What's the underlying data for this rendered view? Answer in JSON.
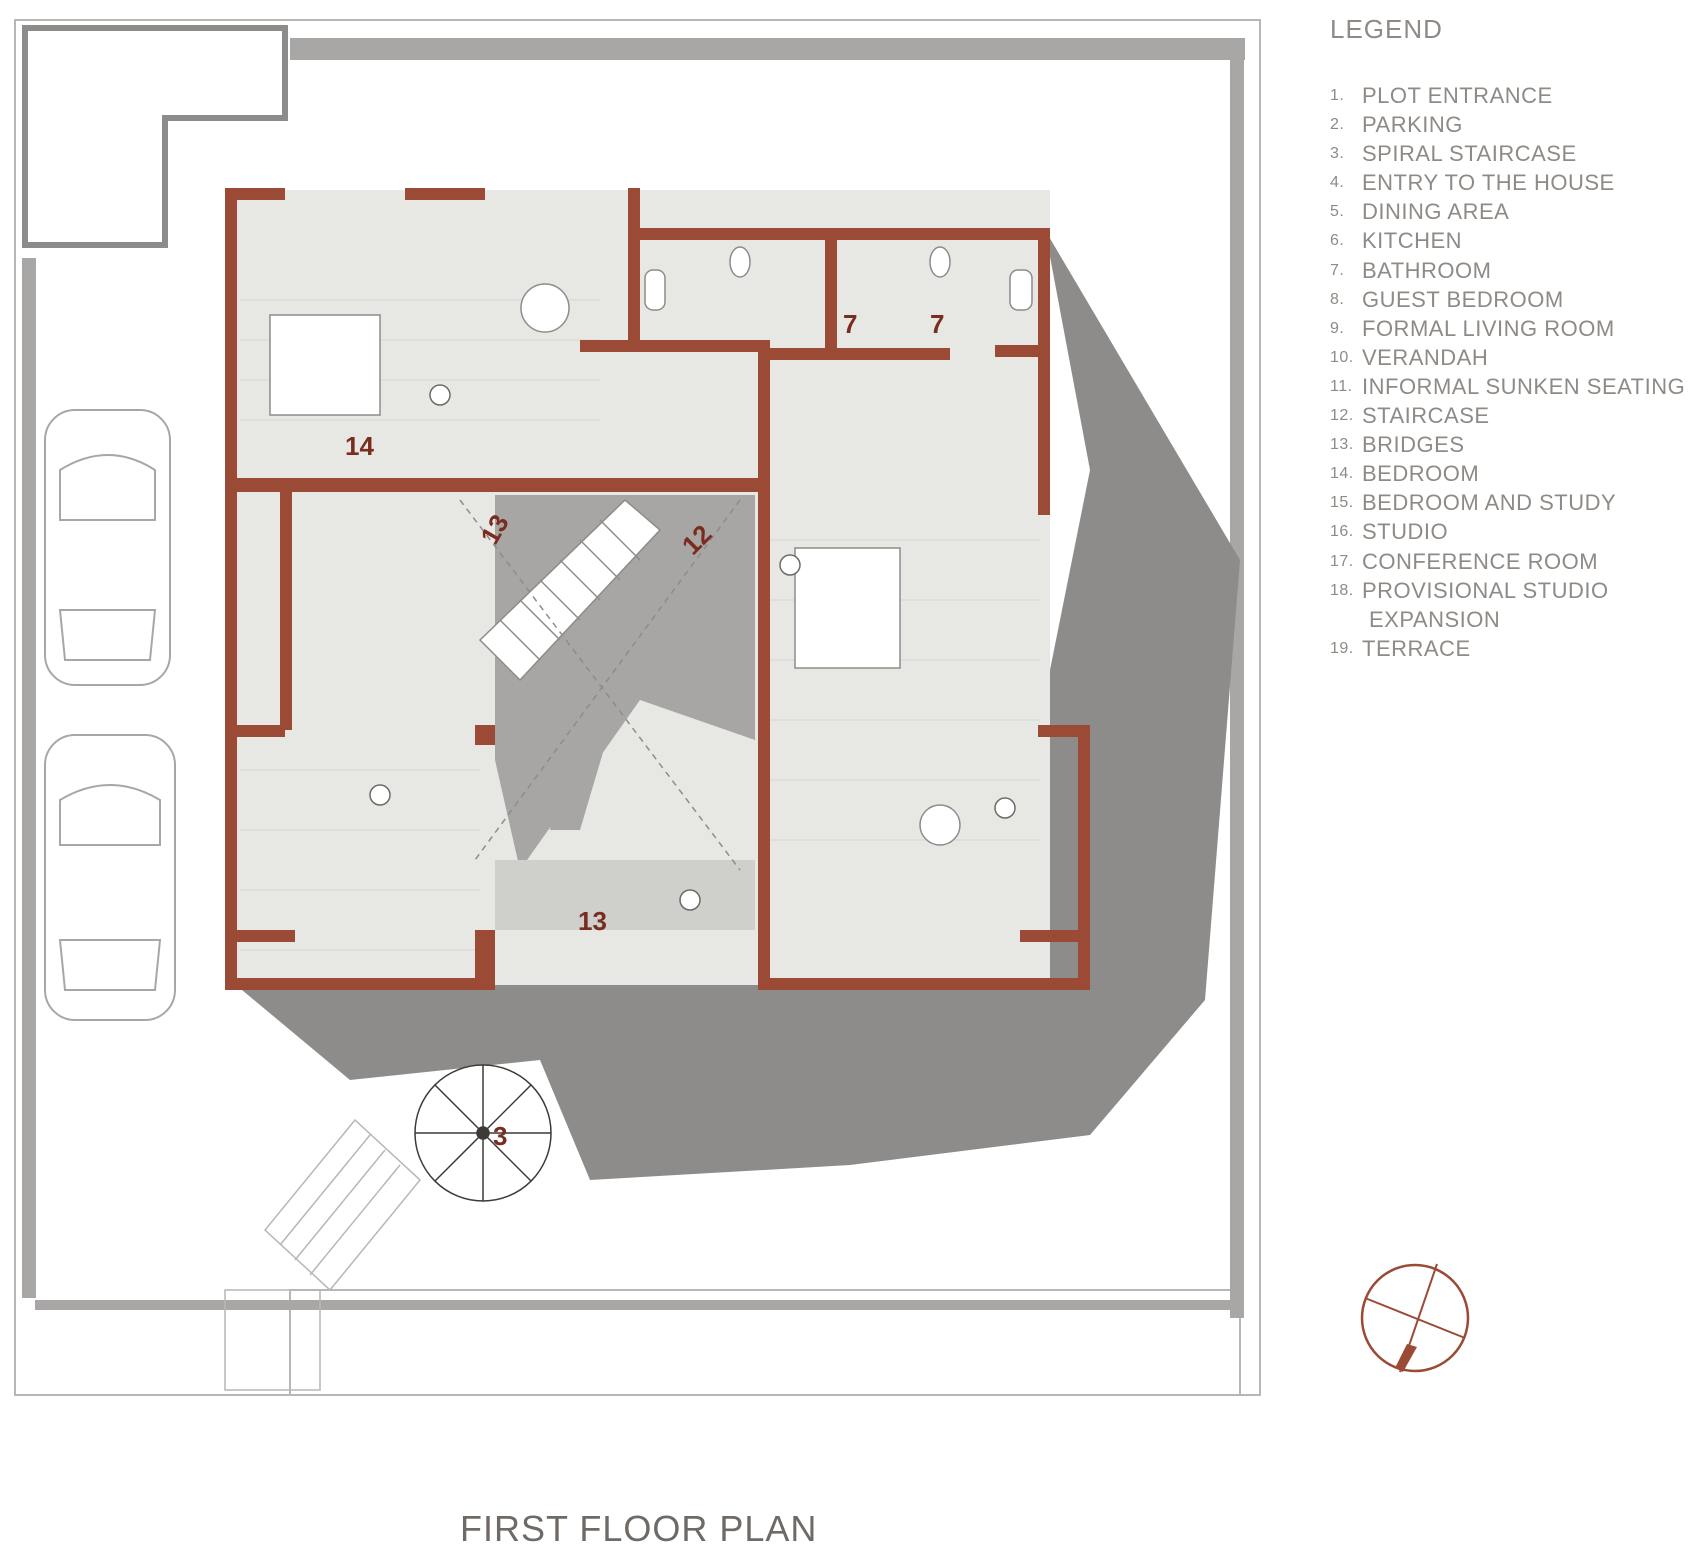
{
  "legend": {
    "title": "LEGEND",
    "items": [
      {
        "num": "1.",
        "text": "PLOT ENTRANCE"
      },
      {
        "num": "2.",
        "text": "PARKING"
      },
      {
        "num": "3.",
        "text": "SPIRAL STAIRCASE"
      },
      {
        "num": "4.",
        "text": "ENTRY TO THE HOUSE"
      },
      {
        "num": "5.",
        "text": "DINING AREA"
      },
      {
        "num": "6.",
        "text": "KITCHEN"
      },
      {
        "num": "7.",
        "text": "BATHROOM"
      },
      {
        "num": "8.",
        "text": "GUEST BEDROOM"
      },
      {
        "num": "9.",
        "text": "FORMAL LIVING ROOM"
      },
      {
        "num": "10.",
        "text": "VERANDAH"
      },
      {
        "num": "11.",
        "text": "INFORMAL SUNKEN SEATING"
      },
      {
        "num": "12.",
        "text": "STAIRCASE"
      },
      {
        "num": "13.",
        "text": "BRIDGES"
      },
      {
        "num": "14.",
        "text": "BEDROOM"
      },
      {
        "num": "15.",
        "text": "BEDROOM AND STUDY"
      },
      {
        "num": "16.",
        "text": "STUDIO"
      },
      {
        "num": "17.",
        "text": "CONFERENCE ROOM"
      },
      {
        "num": "18.",
        "text": "PROVISIONAL STUDIO",
        "cont": "EXPANSION"
      },
      {
        "num": "19.",
        "text": "TERRACE"
      }
    ]
  },
  "plan": {
    "title": "FIRST FLOOR PLAN",
    "labels": {
      "bathroom_a": "7",
      "bathroom_b": "7",
      "bedroom": "14",
      "bridge_top": "13",
      "staircase": "12",
      "bridge_bottom": "13",
      "spiral_staircase": "3"
    }
  },
  "colors": {
    "wall": "#9b4a36",
    "label": "#7a2c20",
    "shadow": "#8e8c8a",
    "floor": "#e7e8e4",
    "legend_text": "#8f8a85"
  },
  "icons": [
    "north-arrow-icon",
    "car-icon",
    "person-icon"
  ]
}
